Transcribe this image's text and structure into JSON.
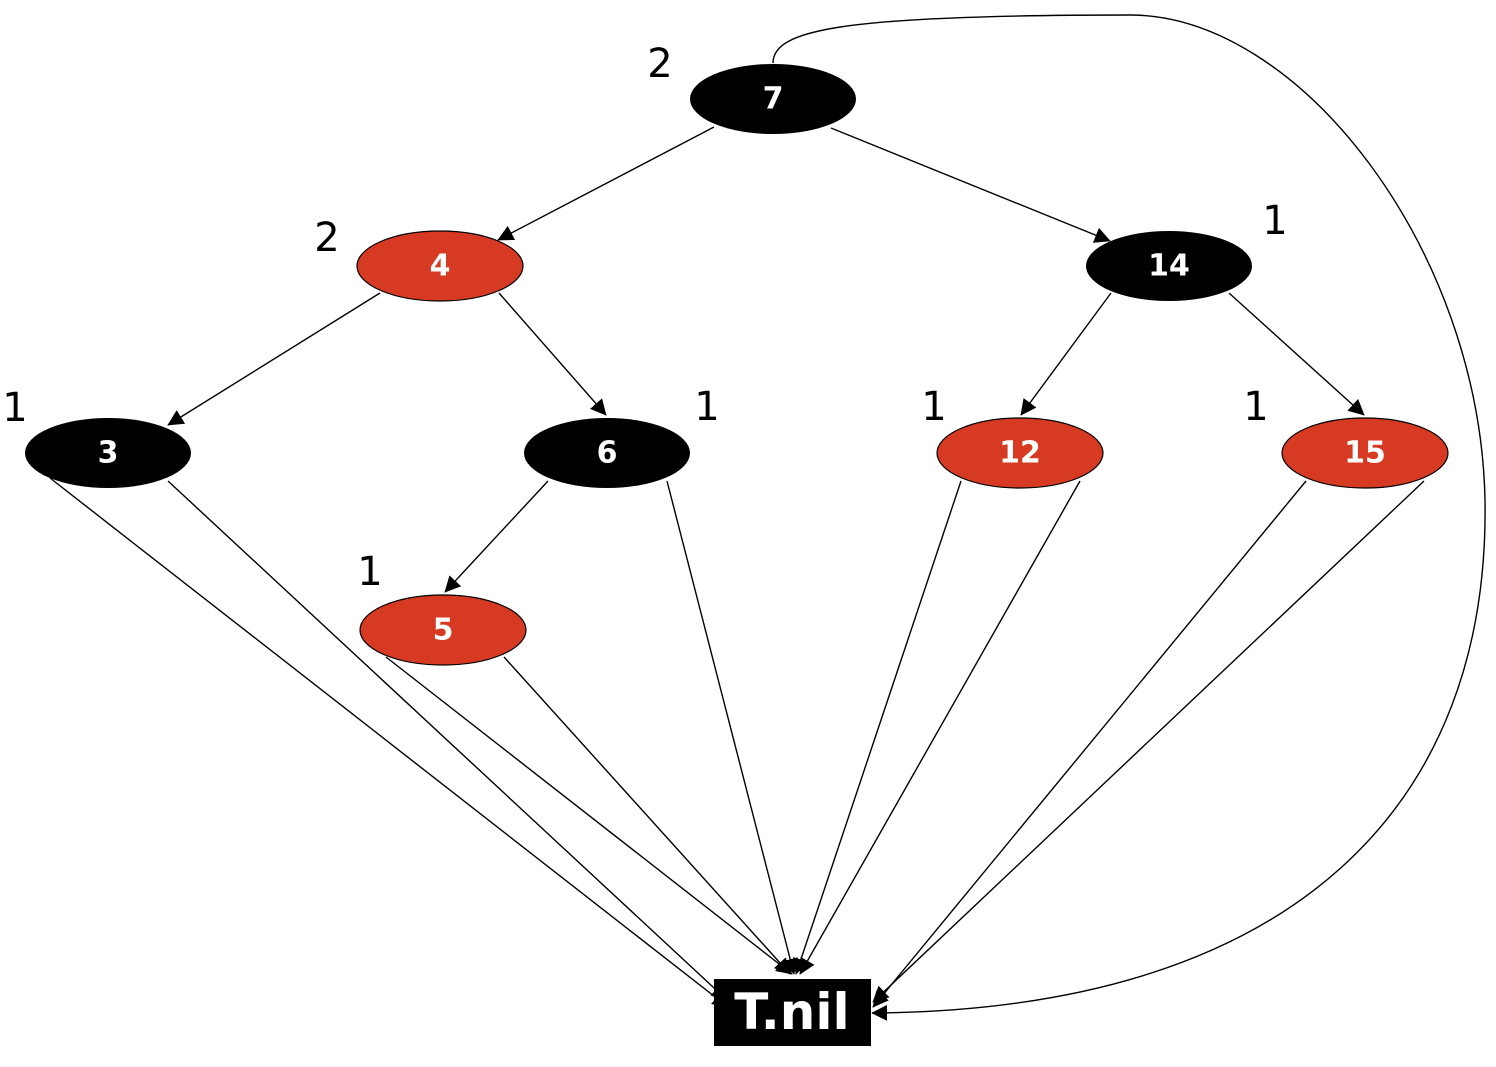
{
  "colors": {
    "black_node": "#000000",
    "red_node": "#d63a22",
    "node_text": "#ffffff",
    "edge": "#000000",
    "background": "#ffffff"
  },
  "nodes": [
    {
      "id": "n7",
      "label": "7",
      "color": "black",
      "black_height": "2"
    },
    {
      "id": "n4",
      "label": "4",
      "color": "red",
      "black_height": "2"
    },
    {
      "id": "n14",
      "label": "14",
      "color": "black",
      "black_height": "1"
    },
    {
      "id": "n3",
      "label": "3",
      "color": "black",
      "black_height": "1"
    },
    {
      "id": "n6",
      "label": "6",
      "color": "black",
      "black_height": "1"
    },
    {
      "id": "n12",
      "label": "12",
      "color": "red",
      "black_height": "1"
    },
    {
      "id": "n15",
      "label": "15",
      "color": "red",
      "black_height": "1"
    },
    {
      "id": "n5",
      "label": "5",
      "color": "red",
      "black_height": "1"
    }
  ],
  "sentinel": {
    "id": "nil",
    "label": "T.nil",
    "color": "black"
  },
  "edges": [
    {
      "from": "n7",
      "to": "n4"
    },
    {
      "from": "n7",
      "to": "n14"
    },
    {
      "from": "n7",
      "to": "nil"
    },
    {
      "from": "n4",
      "to": "n3"
    },
    {
      "from": "n4",
      "to": "n6"
    },
    {
      "from": "n14",
      "to": "n12"
    },
    {
      "from": "n14",
      "to": "n15"
    },
    {
      "from": "n6",
      "to": "n5"
    },
    {
      "from": "n6",
      "to": "nil"
    },
    {
      "from": "n3",
      "to": "nil"
    },
    {
      "from": "n3",
      "to": "nil"
    },
    {
      "from": "n5",
      "to": "nil"
    },
    {
      "from": "n5",
      "to": "nil"
    },
    {
      "from": "n12",
      "to": "nil"
    },
    {
      "from": "n12",
      "to": "nil"
    },
    {
      "from": "n15",
      "to": "nil"
    },
    {
      "from": "n15",
      "to": "nil"
    }
  ]
}
